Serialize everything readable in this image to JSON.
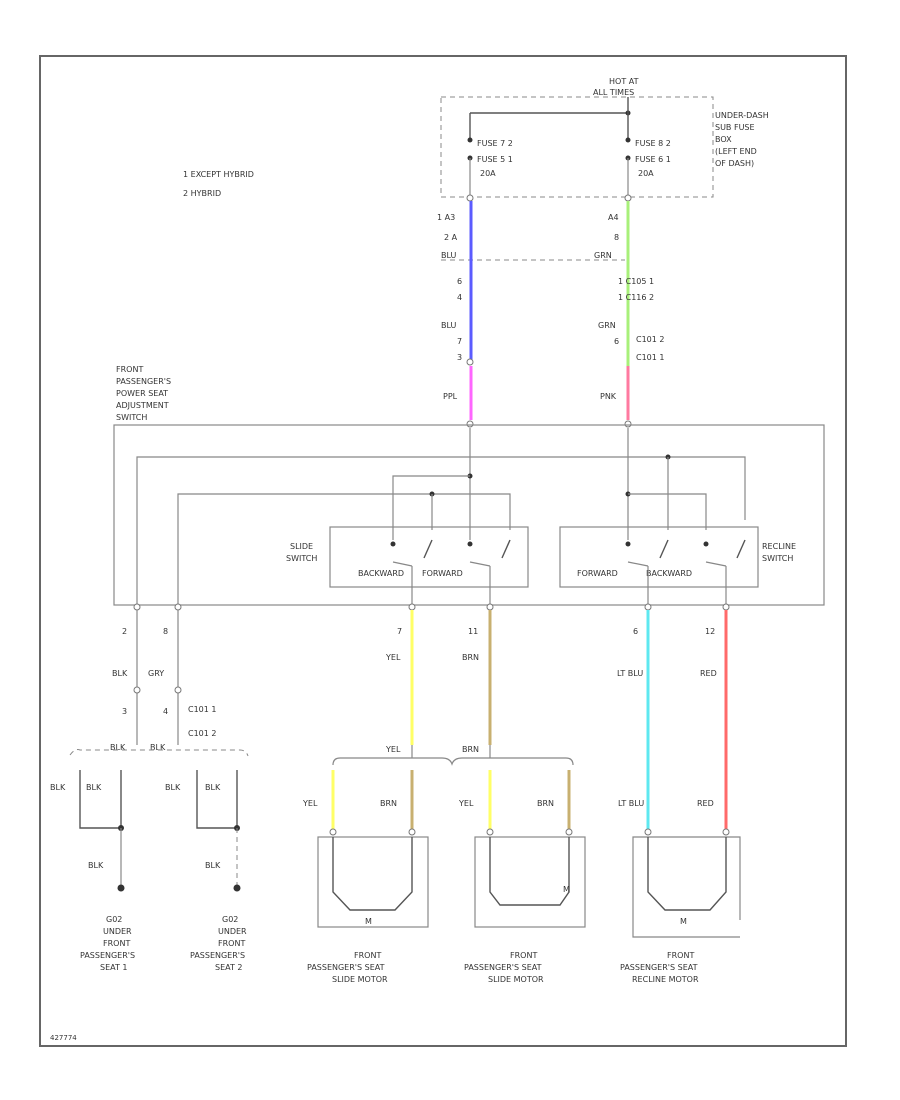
{
  "legend": [
    "1  EXCEPT HYBRID",
    "2  HYBRID"
  ],
  "fuse_box": {
    "hot_at": [
      "HOT AT",
      "ALL TIMES"
    ],
    "desc": [
      "UNDER-DASH",
      "SUB FUSE",
      "BOX",
      "(LEFT END",
      "OF DASH)"
    ],
    "left_fuses": [
      "FUSE 7   2",
      "FUSE 5   1",
      "20A"
    ],
    "right_fuses": [
      "FUSE 8   2",
      "FUSE 6   1",
      "20A"
    ]
  },
  "left_feed": {
    "labels_top": [
      "1  A3",
      "2  A",
      "BLU"
    ],
    "labels_mid": [
      "6",
      "4"
    ],
    "labels_low": [
      "BLU",
      "7",
      "3"
    ],
    "wire_label": "PPL"
  },
  "right_feed": {
    "labels_top": [
      "A4",
      "8",
      "GRN"
    ],
    "connectors_mid": [
      "1  C105  1",
      "1  C116  2"
    ],
    "labels_low": [
      "GRN",
      "6"
    ],
    "connectors_low": [
      "C101  2",
      "C101  1"
    ],
    "wire_label": "PNK"
  },
  "switch_assembly": {
    "title": [
      "FRONT",
      "PASSENGER'S",
      "POWER SEAT",
      "ADJUSTMENT",
      "SWITCH"
    ],
    "slide_switch": [
      "SLIDE",
      "SWITCH"
    ],
    "slide_positions": [
      "BACKWARD",
      "FORWARD"
    ],
    "recline_positions": [
      "FORWARD",
      "BACKWARD"
    ],
    "recline_switch": [
      "RECLINE",
      "SWITCH"
    ]
  },
  "lower_pins": {
    "pin_numbers": [
      "2",
      "8",
      "7",
      "11",
      "6",
      "12"
    ],
    "wire_colors": [
      "BLK",
      "GRY",
      "YEL",
      "BRN",
      "LT BLU",
      "RED"
    ]
  },
  "ground_connectors": {
    "pins": [
      "3",
      "4"
    ],
    "connectors": [
      "C101  1",
      "C101  2"
    ],
    "splice": [
      "BLK",
      "BLK"
    ],
    "left_group": [
      "BLK",
      "BLK",
      "BLK"
    ],
    "right_group": [
      "BLK",
      "BLK",
      "BLK"
    ]
  },
  "grounds": [
    {
      "name": "G02",
      "desc": [
        "UNDER",
        "FRONT",
        "PASSENGER'S",
        "SEAT 1"
      ]
    },
    {
      "name": "G02",
      "desc": [
        "UNDER",
        "FRONT",
        "PASSENGER'S",
        "SEAT 2"
      ]
    }
  ],
  "motor_branch": {
    "yel_splice": "YEL",
    "brn_splice": "BRN",
    "drops": [
      "YEL",
      "BRN",
      "YEL",
      "BRN",
      "LT BLU",
      "RED"
    ]
  },
  "motors": [
    {
      "name": [
        "FRONT",
        "PASSENGER'S SEAT",
        "SLIDE MOTOR"
      ],
      "symbol": "M"
    },
    {
      "name": [
        "FRONT",
        "PASSENGER'S SEAT",
        "SLIDE MOTOR"
      ],
      "symbol": "M"
    },
    {
      "name": [
        "FRONT",
        "PASSENGER'S SEAT",
        "RECLINE MOTOR"
      ],
      "symbol": "M"
    }
  ],
  "footer_code": "427774",
  "colors": {
    "blu": "#5b5bff",
    "grn": "#a8f07a",
    "ppl": "#ff66ff",
    "pnk": "#ff7aa0",
    "yel": "#ffff66",
    "brn": "#c8b070",
    "ltblu": "#5ee8f0",
    "red": "#ff6a6a"
  }
}
